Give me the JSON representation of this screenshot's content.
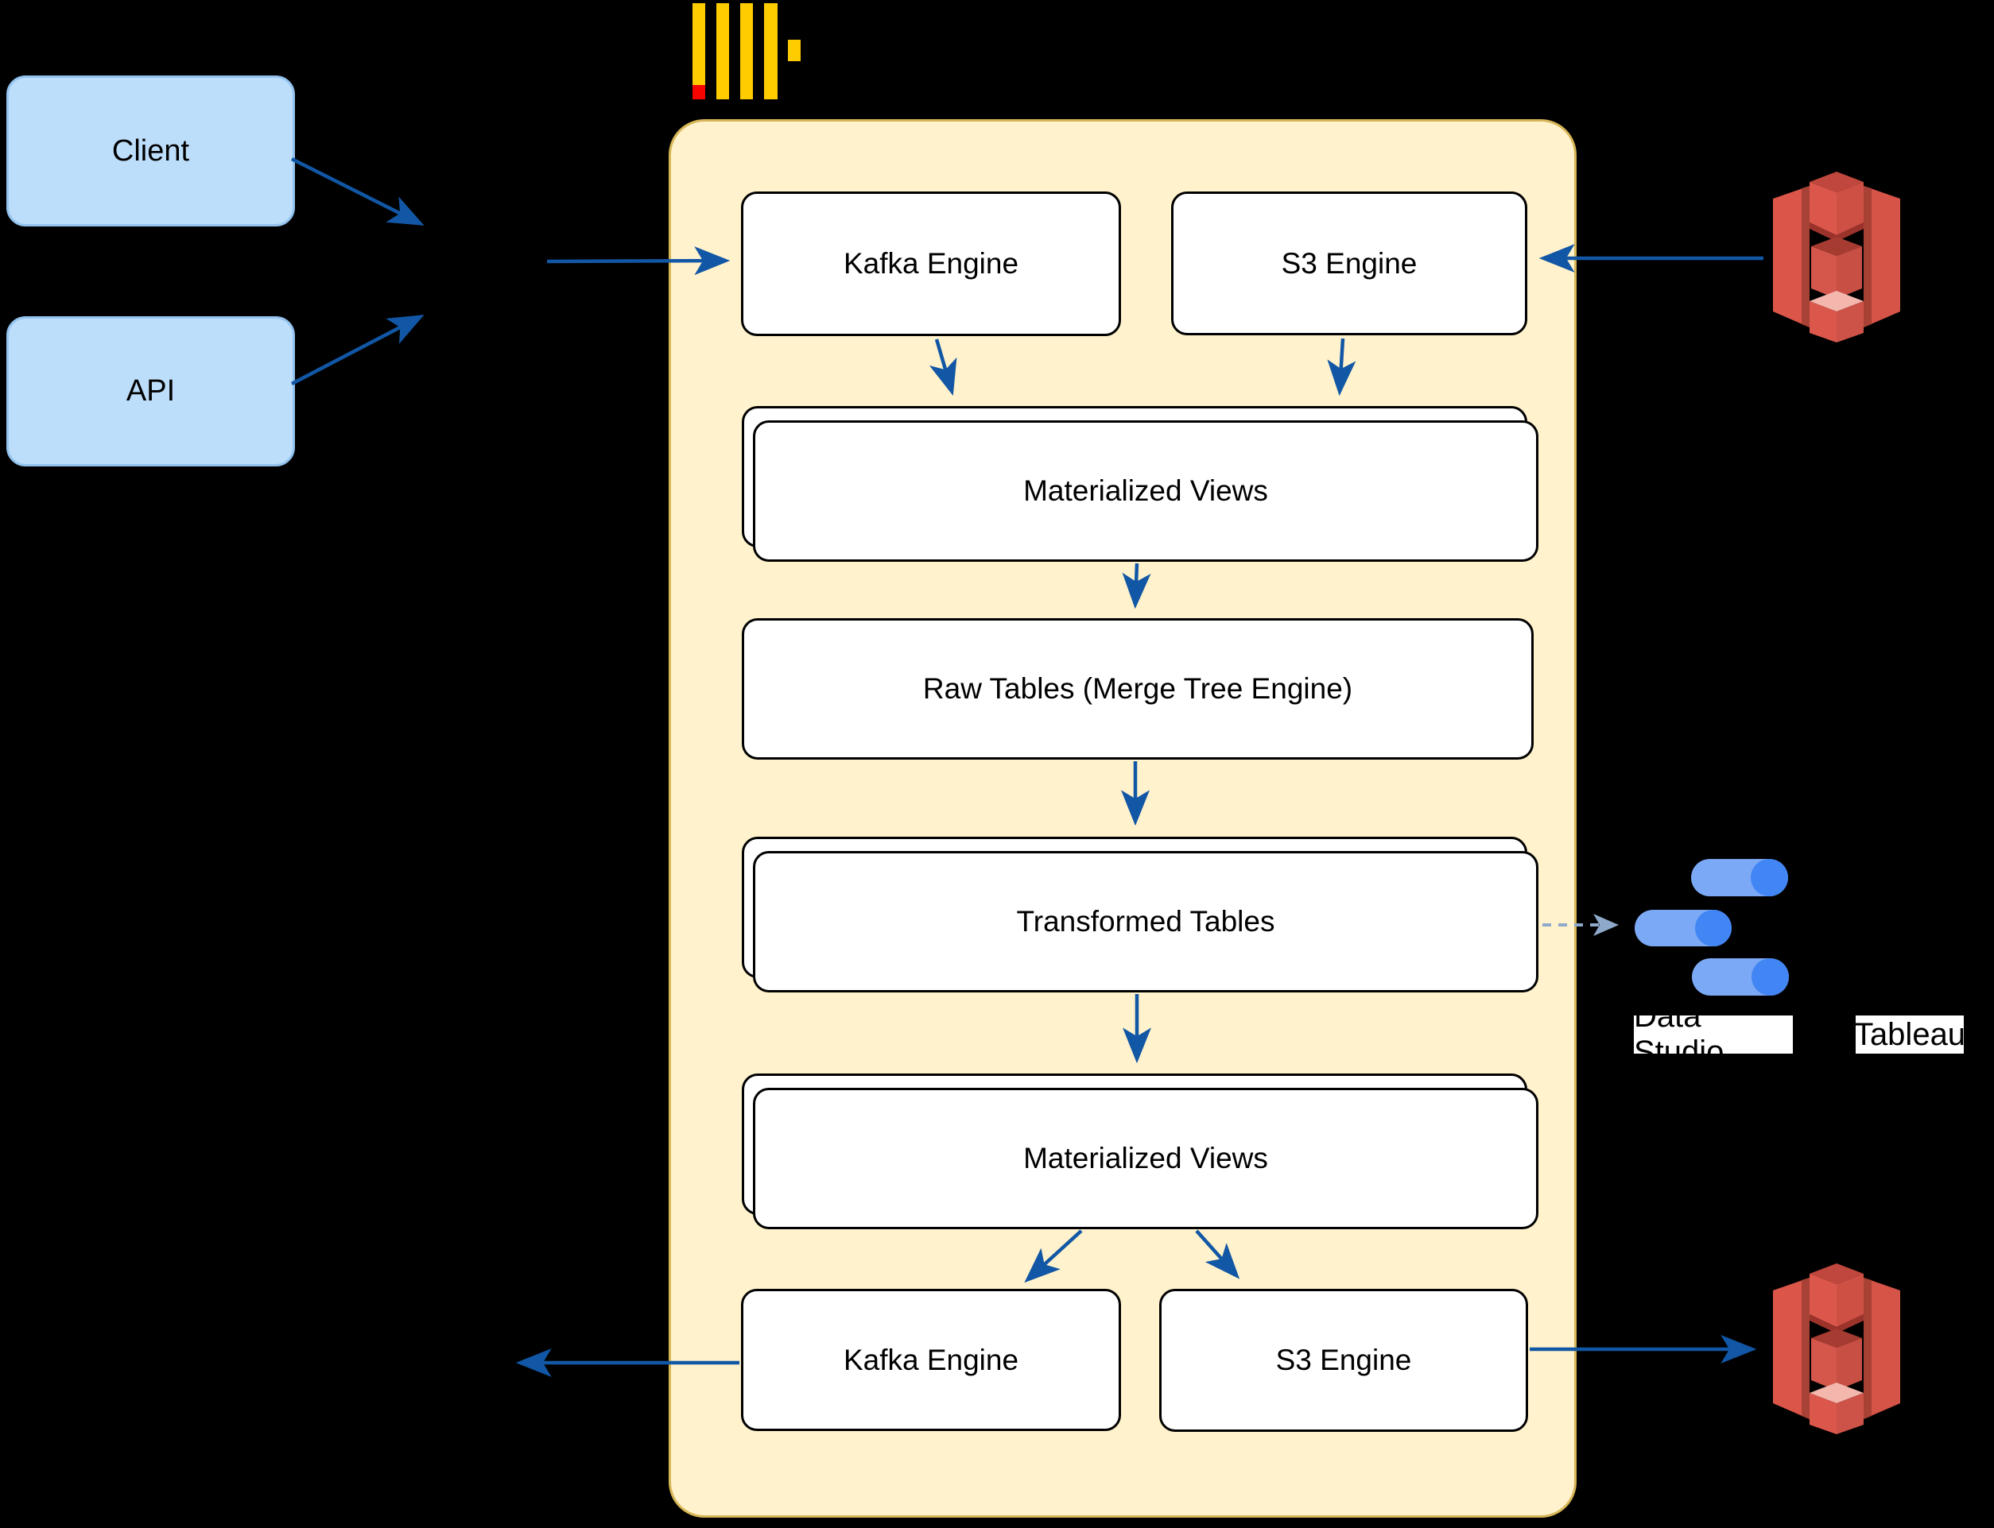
{
  "diagram": {
    "type": "architecture-flow",
    "background": "#000000",
    "sources": {
      "client_label": "Client",
      "api_label": "API"
    },
    "clickhouse_container": {
      "logo": "clickhouse-logo",
      "fill": "#FFF2CC",
      "border": "#D6B656",
      "nodes": {
        "kafka_engine_top": "Kafka Engine",
        "s3_engine_top": "S3 Engine",
        "materialized_views_1": "Materialized Views",
        "raw_tables": "Raw Tables (Merge Tree Engine)",
        "transformed_tables": "Transformed Tables",
        "materialized_views_2": "Materialized Views",
        "kafka_engine_bottom": "Kafka Engine",
        "s3_engine_bottom": "S3 Engine"
      }
    },
    "bi_tools": {
      "data_studio_label": "Data Studio",
      "tableau_label": "Tableau"
    },
    "icons": {
      "clickhouse_logo": {
        "name": "clickhouse-logo",
        "bar_color": "#FFCC00",
        "accent_color": "#F50400"
      },
      "aws_s3_top": {
        "name": "aws-s3-bucket-icon",
        "color": "#DC574B"
      },
      "aws_s3_bottom": {
        "name": "aws-s3-bucket-icon",
        "color": "#DC574B"
      },
      "data_studio": {
        "name": "data-studio-icon",
        "pill_color": "#7CA9F5",
        "cap_color": "#4285F4"
      }
    },
    "colors": {
      "arrow_blue": "#1157A5",
      "dashed_arrow": "#8FA9CB",
      "source_box_fill": "#BDDEFA",
      "source_box_border": "#94C3EF",
      "node_fill": "#FFFFFF",
      "node_border": "#000000"
    }
  }
}
